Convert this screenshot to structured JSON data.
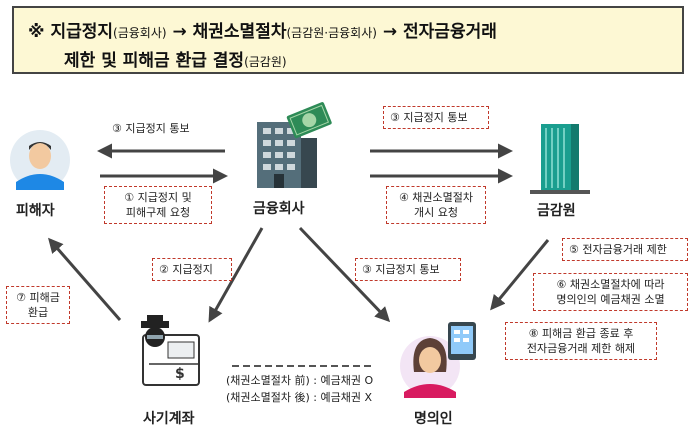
{
  "banner": {
    "line1_a": "※  지급정지",
    "line1_b": "(금융회사)",
    "line1_c": " → 채권소멸절차",
    "line1_d": "(금감원·금융회사)",
    "line1_e": " → 전자금융거래",
    "line2_a": "제한 및 피해금 환급 결정",
    "line2_b": "(금감원)"
  },
  "nodes": {
    "victim": "피해자",
    "bank": "금융회사",
    "fss": "금감원",
    "fraud_account": "사기계좌",
    "account_holder": "명의인"
  },
  "steps": {
    "s3_left": "③ 지급정지 통보",
    "s1_line1": "① 지급정지 및",
    "s1_line2": "피해구제 요청",
    "s3_right": "③ 지급정지 통보",
    "s4_line1": "④ 채권소멸절차",
    "s4_line2": "개시 요청",
    "s2": "② 지급정지",
    "s3_down": "③ 지급정지 통보",
    "s7_line1": "⑦ 피해금",
    "s7_line2": "환급",
    "s5": "⑤ 전자금융거래 제한",
    "s6_line1": "⑥ 채권소멸절차에 따라",
    "s6_line2": "명의인의 예금채권 소멸",
    "s8_line1": "⑧ 피해금 환급 종료 후",
    "s8_line2": "전자금융거래 제한 해제"
  },
  "note": {
    "line1": "(채권소멸절차 前) : 예금채권 O",
    "line2": "(채권소멸절차 後) : 예금채권 X"
  },
  "colors": {
    "accent_red": "#c0392b",
    "banner_bg": "#fdf8d4",
    "arrow": "#444444",
    "building_teal": "#1a9e8f",
    "money_green": "#2e8b57"
  },
  "icons": [
    "person-icon",
    "building-money-icon",
    "skyscraper-icon",
    "fraud-account-icon",
    "woman-phone-icon"
  ]
}
